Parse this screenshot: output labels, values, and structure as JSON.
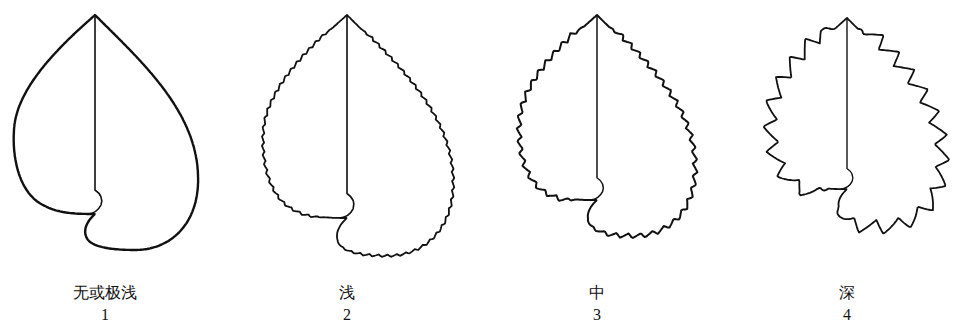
{
  "diagram": {
    "labels": [
      "无或极浅",
      "1",
      "浅",
      "2",
      "中",
      "3",
      "深",
      "4"
    ]
  }
}
